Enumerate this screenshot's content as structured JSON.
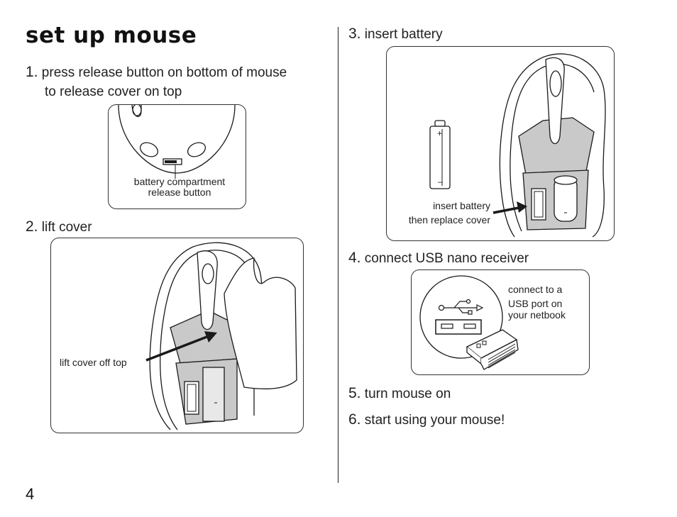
{
  "page": {
    "title": "set up mouse",
    "page_number": "4"
  },
  "steps": [
    {
      "num": "1.",
      "text_line1": "press release button on bottom of mouse",
      "text_line2": "to release cover on top"
    },
    {
      "num": "2.",
      "text": "lift cover"
    },
    {
      "num": "3.",
      "text": "insert battery"
    },
    {
      "num": "4.",
      "text": "connect USB nano receiver"
    },
    {
      "num": "5.",
      "text": "turn mouse on"
    },
    {
      "num": "6.",
      "text": "start using your mouse!"
    }
  ],
  "captions": {
    "release_button_line1": "battery compartment",
    "release_button_line2": "release button",
    "lift_cover": "lift cover off top",
    "insert_battery_line1": "insert battery",
    "insert_battery_line2": "then replace cover",
    "usb_line1": "connect to a",
    "usb_line2": "USB port on",
    "usb_line3": "your netbook"
  },
  "battery_marks": {
    "plus": "+",
    "minus": "–"
  },
  "colors": {
    "cover_gray": "#c9c9c9",
    "line": "#1a1a1a"
  }
}
